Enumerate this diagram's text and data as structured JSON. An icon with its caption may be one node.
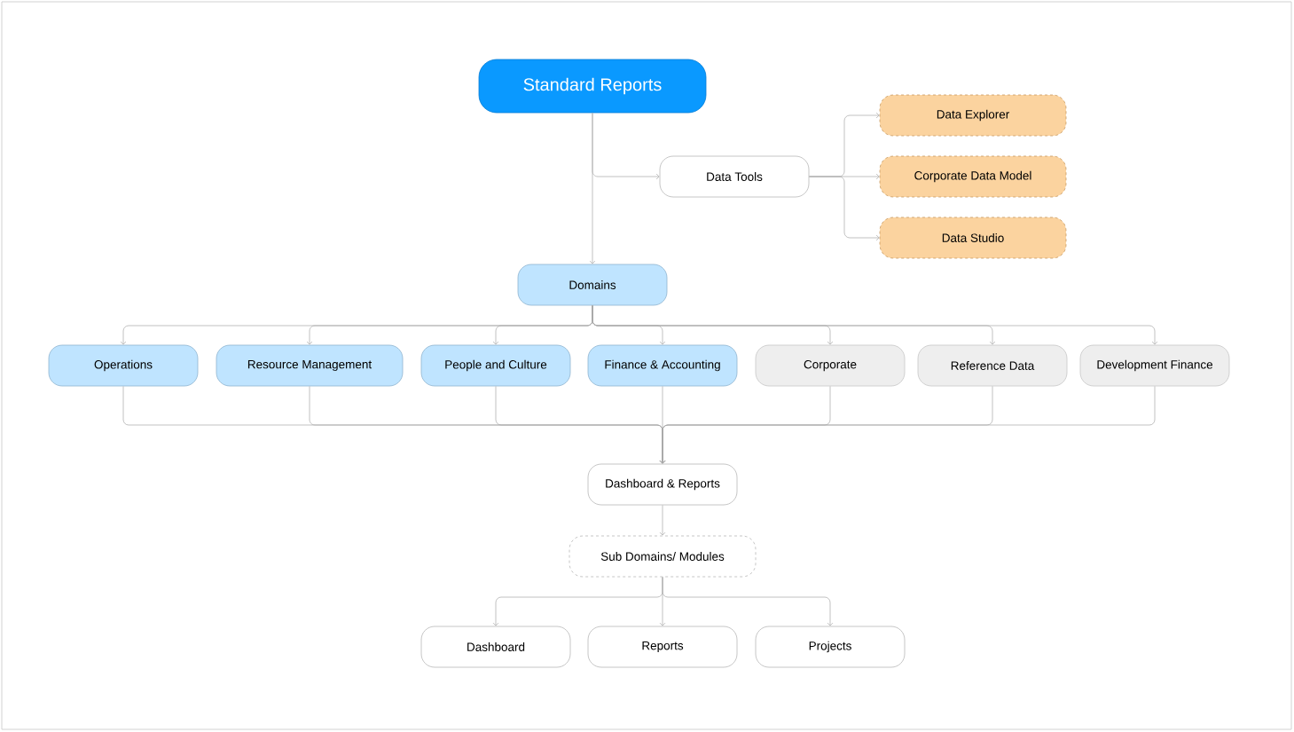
{
  "diagram": {
    "nodes": [
      {
        "text": [
          "Standard Reports"
        ]
      },
      {
        "text": [
          "Data Tools"
        ]
      },
      {
        "text": [
          "Data Explorer"
        ]
      },
      {
        "text": [
          "Corporate Data Model"
        ]
      },
      {
        "text": [
          "Data Studio"
        ]
      },
      {
        "text": [
          "Domains"
        ]
      },
      {
        "text": [
          "Operations"
        ]
      },
      {
        "text": [
          "Resource Management"
        ]
      },
      {
        "text": [
          "People and Culture"
        ]
      },
      {
        "text": [
          "Finance & Accounting"
        ]
      },
      {
        "text": [
          "Corporate"
        ]
      },
      {
        "text": [
          "Reference Data"
        ]
      },
      {
        "text": [
          "Development Finance"
        ]
      },
      {
        "text": [
          "Dashboard & Reports"
        ]
      },
      {
        "text": [
          "Sub Domains/ Modules"
        ]
      },
      {
        "text": [
          "Dashboard"
        ]
      },
      {
        "text": [
          "Reports"
        ]
      },
      {
        "text": [
          "Projects"
        ]
      }
    ],
    "edges": [
      {
        "from": 0,
        "to": 1,
        "arrow": "to"
      },
      {
        "from": 0,
        "to": 5,
        "arrow": "to"
      },
      {
        "from": 1,
        "to": 2,
        "arrow": "to"
      },
      {
        "from": 1,
        "to": 3,
        "arrow": "to"
      },
      {
        "from": 1,
        "to": 4,
        "arrow": "to"
      },
      {
        "from": 5,
        "to": 6,
        "arrow": "to"
      },
      {
        "from": 5,
        "to": 7,
        "arrow": "to"
      },
      {
        "from": 5,
        "to": 8,
        "arrow": "to"
      },
      {
        "from": 5,
        "to": 9,
        "arrow": "to"
      },
      {
        "from": 5,
        "to": 10,
        "arrow": "to"
      },
      {
        "from": 5,
        "to": 11,
        "arrow": "to"
      },
      {
        "from": 5,
        "to": 12,
        "arrow": "to"
      },
      {
        "from": 6,
        "to": 13,
        "arrow": "to"
      },
      {
        "from": 7,
        "to": 13,
        "arrow": "to"
      },
      {
        "from": 8,
        "to": 13,
        "arrow": "to"
      },
      {
        "from": 9,
        "to": 13,
        "arrow": "to"
      },
      {
        "from": 10,
        "to": 13,
        "arrow": "to"
      },
      {
        "from": 11,
        "to": 13,
        "arrow": "to"
      },
      {
        "from": 12,
        "to": 13,
        "arrow": "to"
      },
      {
        "from": 13,
        "to": 14,
        "arrow": "to"
      },
      {
        "from": 14,
        "to": 15,
        "arrow": "to"
      },
      {
        "from": 14,
        "to": 16,
        "arrow": "to"
      },
      {
        "from": 14,
        "to": 17,
        "arrow": "to"
      }
    ]
  }
}
